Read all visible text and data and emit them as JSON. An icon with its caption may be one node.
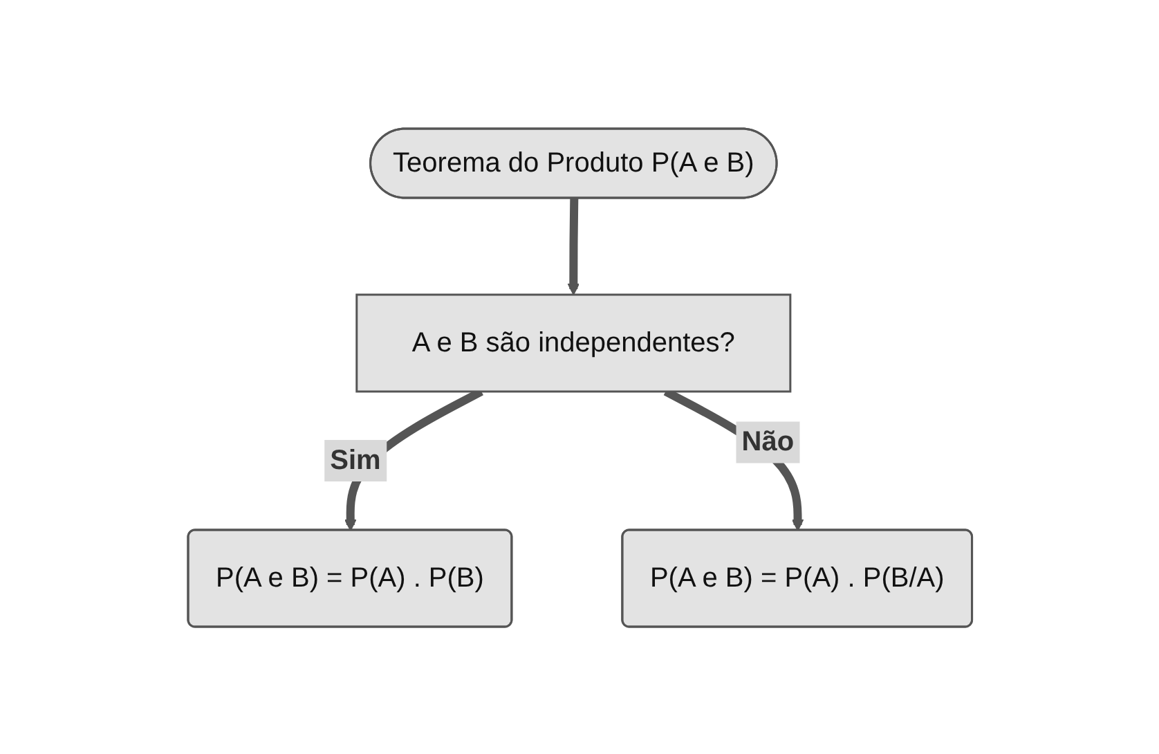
{
  "diagram": {
    "nodes": [
      {
        "text": [
          "Teorema do Produto P(A e B)"
        ]
      },
      {
        "text": [
          "A e B são independentes?"
        ]
      },
      {
        "text": [
          "P(A e B) = P(A) . P(B)"
        ]
      },
      {
        "text": [
          "P(A e B) = P(A) . P(B/A)"
        ]
      }
    ],
    "edges": [
      {
        "from": 0,
        "to": 1,
        "arrow": "to"
      },
      {
        "from": 1,
        "to": 2,
        "arrow": "to",
        "label": "Sim"
      },
      {
        "from": 1,
        "to": 3,
        "arrow": "to",
        "label": "Não"
      }
    ]
  }
}
